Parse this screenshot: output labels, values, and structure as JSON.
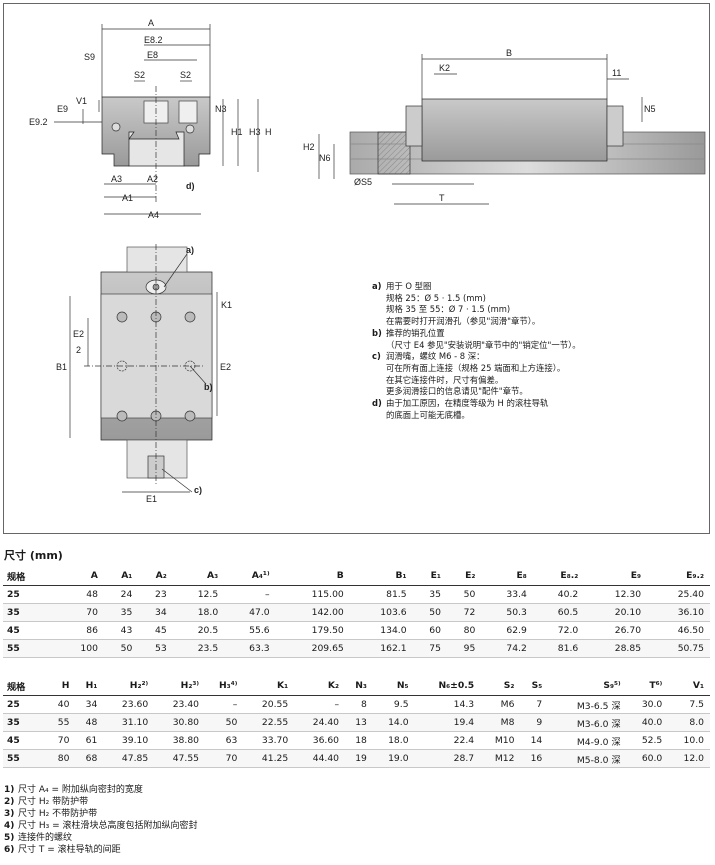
{
  "drawing": {
    "labels": {
      "A": "A",
      "E8_2": "E8.2",
      "E8": "E8",
      "S9": "S9",
      "S2a": "S2",
      "S2b": "S2",
      "E9": "E9",
      "V1": "V1",
      "N3": "N3",
      "E9_2": "E9.2",
      "H1": "H1",
      "H3": "H3",
      "H": "H",
      "A3": "A3",
      "A2": "A2",
      "d": "d)",
      "A1": "A1",
      "A4": "A4",
      "B": "B",
      "K2": "K2",
      "eleven": "11",
      "N5": "N5",
      "H2": "H2",
      "N6": "N6",
      "S5": "ØS5",
      "T": "T",
      "a": "a)",
      "K1": "K1",
      "E2half_top": "E2",
      "E2half_bot": "2",
      "B1": "B1",
      "E2": "E2",
      "b": "b)",
      "c": "c)",
      "E1": "E1"
    },
    "notes": [
      {
        "key": "a)",
        "lines": [
          "用于 O 型圈",
          "规格 25：Ø 5 · 1.5 (mm)",
          "规格 35 至 55：Ø 7 · 1.5 (mm)",
          "在需要时打开润滑孔（参见\"润滑\"章节）。"
        ]
      },
      {
        "key": "b)",
        "lines": [
          "推荐的销孔位置",
          "（尺寸 E4 参见\"安装说明\"章节中的\"销定位\"一节）。"
        ]
      },
      {
        "key": "c)",
        "lines": [
          "润滑嘴，螺纹 M6 - 8 深：",
          "可在所有面上连接（规格 25 端面和上方连接）。",
          "在其它连接件时，尺寸有偏差。",
          "更多润滑接口的信息请见\"配件\"章节。"
        ]
      },
      {
        "key": "d)",
        "lines": [
          "由于加工原因，在精度等级为 H 的滚柱导轨",
          "的底面上可能无底槽。"
        ]
      }
    ]
  },
  "section_title": "尺寸 (mm)",
  "table1": {
    "headers": [
      "规格",
      "A",
      "A₁",
      "A₂",
      "A₃",
      "A₄¹⁾",
      "B",
      "B₁",
      "E₁",
      "E₂",
      "E₈",
      "E₈.₂",
      "E₉",
      "E₉.₂"
    ],
    "rows": [
      [
        "25",
        "48",
        "24",
        "23",
        "12.5",
        "–",
        "115.00",
        "81.5",
        "35",
        "50",
        "33.4",
        "40.2",
        "12.30",
        "25.40"
      ],
      [
        "35",
        "70",
        "35",
        "34",
        "18.0",
        "47.0",
        "142.00",
        "103.6",
        "50",
        "72",
        "50.3",
        "60.5",
        "20.10",
        "36.10"
      ],
      [
        "45",
        "86",
        "43",
        "45",
        "20.5",
        "55.6",
        "179.50",
        "134.0",
        "60",
        "80",
        "62.9",
        "72.0",
        "26.70",
        "46.50"
      ],
      [
        "55",
        "100",
        "50",
        "53",
        "23.5",
        "63.3",
        "209.65",
        "162.1",
        "75",
        "95",
        "74.2",
        "81.6",
        "28.85",
        "50.75"
      ]
    ]
  },
  "table2": {
    "headers": [
      "规格",
      "H",
      "H₁",
      "H₂²⁾",
      "H₂³⁾",
      "H₃⁴⁾",
      "K₁",
      "K₂",
      "N₃",
      "N₅",
      "N₆±0.5",
      "S₂",
      "S₅",
      "S₉⁵⁾",
      "T⁶⁾",
      "V₁"
    ],
    "rows": [
      [
        "25",
        "40",
        "34",
        "23.60",
        "23.40",
        "–",
        "20.55",
        "–",
        "8",
        "9.5",
        "14.3",
        "M6",
        "7",
        "M3-6.5 深",
        "30.0",
        "7.5"
      ],
      [
        "35",
        "55",
        "48",
        "31.10",
        "30.80",
        "50",
        "22.55",
        "24.40",
        "13",
        "14.0",
        "19.4",
        "M8",
        "9",
        "M3-6.0 深",
        "40.0",
        "8.0"
      ],
      [
        "45",
        "70",
        "61",
        "39.10",
        "38.80",
        "63",
        "33.70",
        "36.60",
        "18",
        "18.0",
        "22.4",
        "M10",
        "14",
        "M4-9.0 深",
        "52.5",
        "10.0"
      ],
      [
        "55",
        "80",
        "68",
        "47.85",
        "47.55",
        "70",
        "41.25",
        "44.40",
        "19",
        "19.0",
        "28.7",
        "M12",
        "16",
        "M5-8.0 深",
        "60.0",
        "12.0"
      ]
    ]
  },
  "footnotes": [
    {
      "key": "1)",
      "text": "尺寸 A₄ = 附加纵向密封的宽度"
    },
    {
      "key": "2)",
      "text": "尺寸 H₂ 带防护带"
    },
    {
      "key": "3)",
      "text": "尺寸 H₂ 不带防护带"
    },
    {
      "key": "4)",
      "text": "尺寸 H₃ = 滚柱滑块总高度包括附加纵向密封"
    },
    {
      "key": "5)",
      "text": "连接件的螺纹"
    },
    {
      "key": "6)",
      "text": "尺寸 T = 滚柱导轨的间距"
    }
  ]
}
